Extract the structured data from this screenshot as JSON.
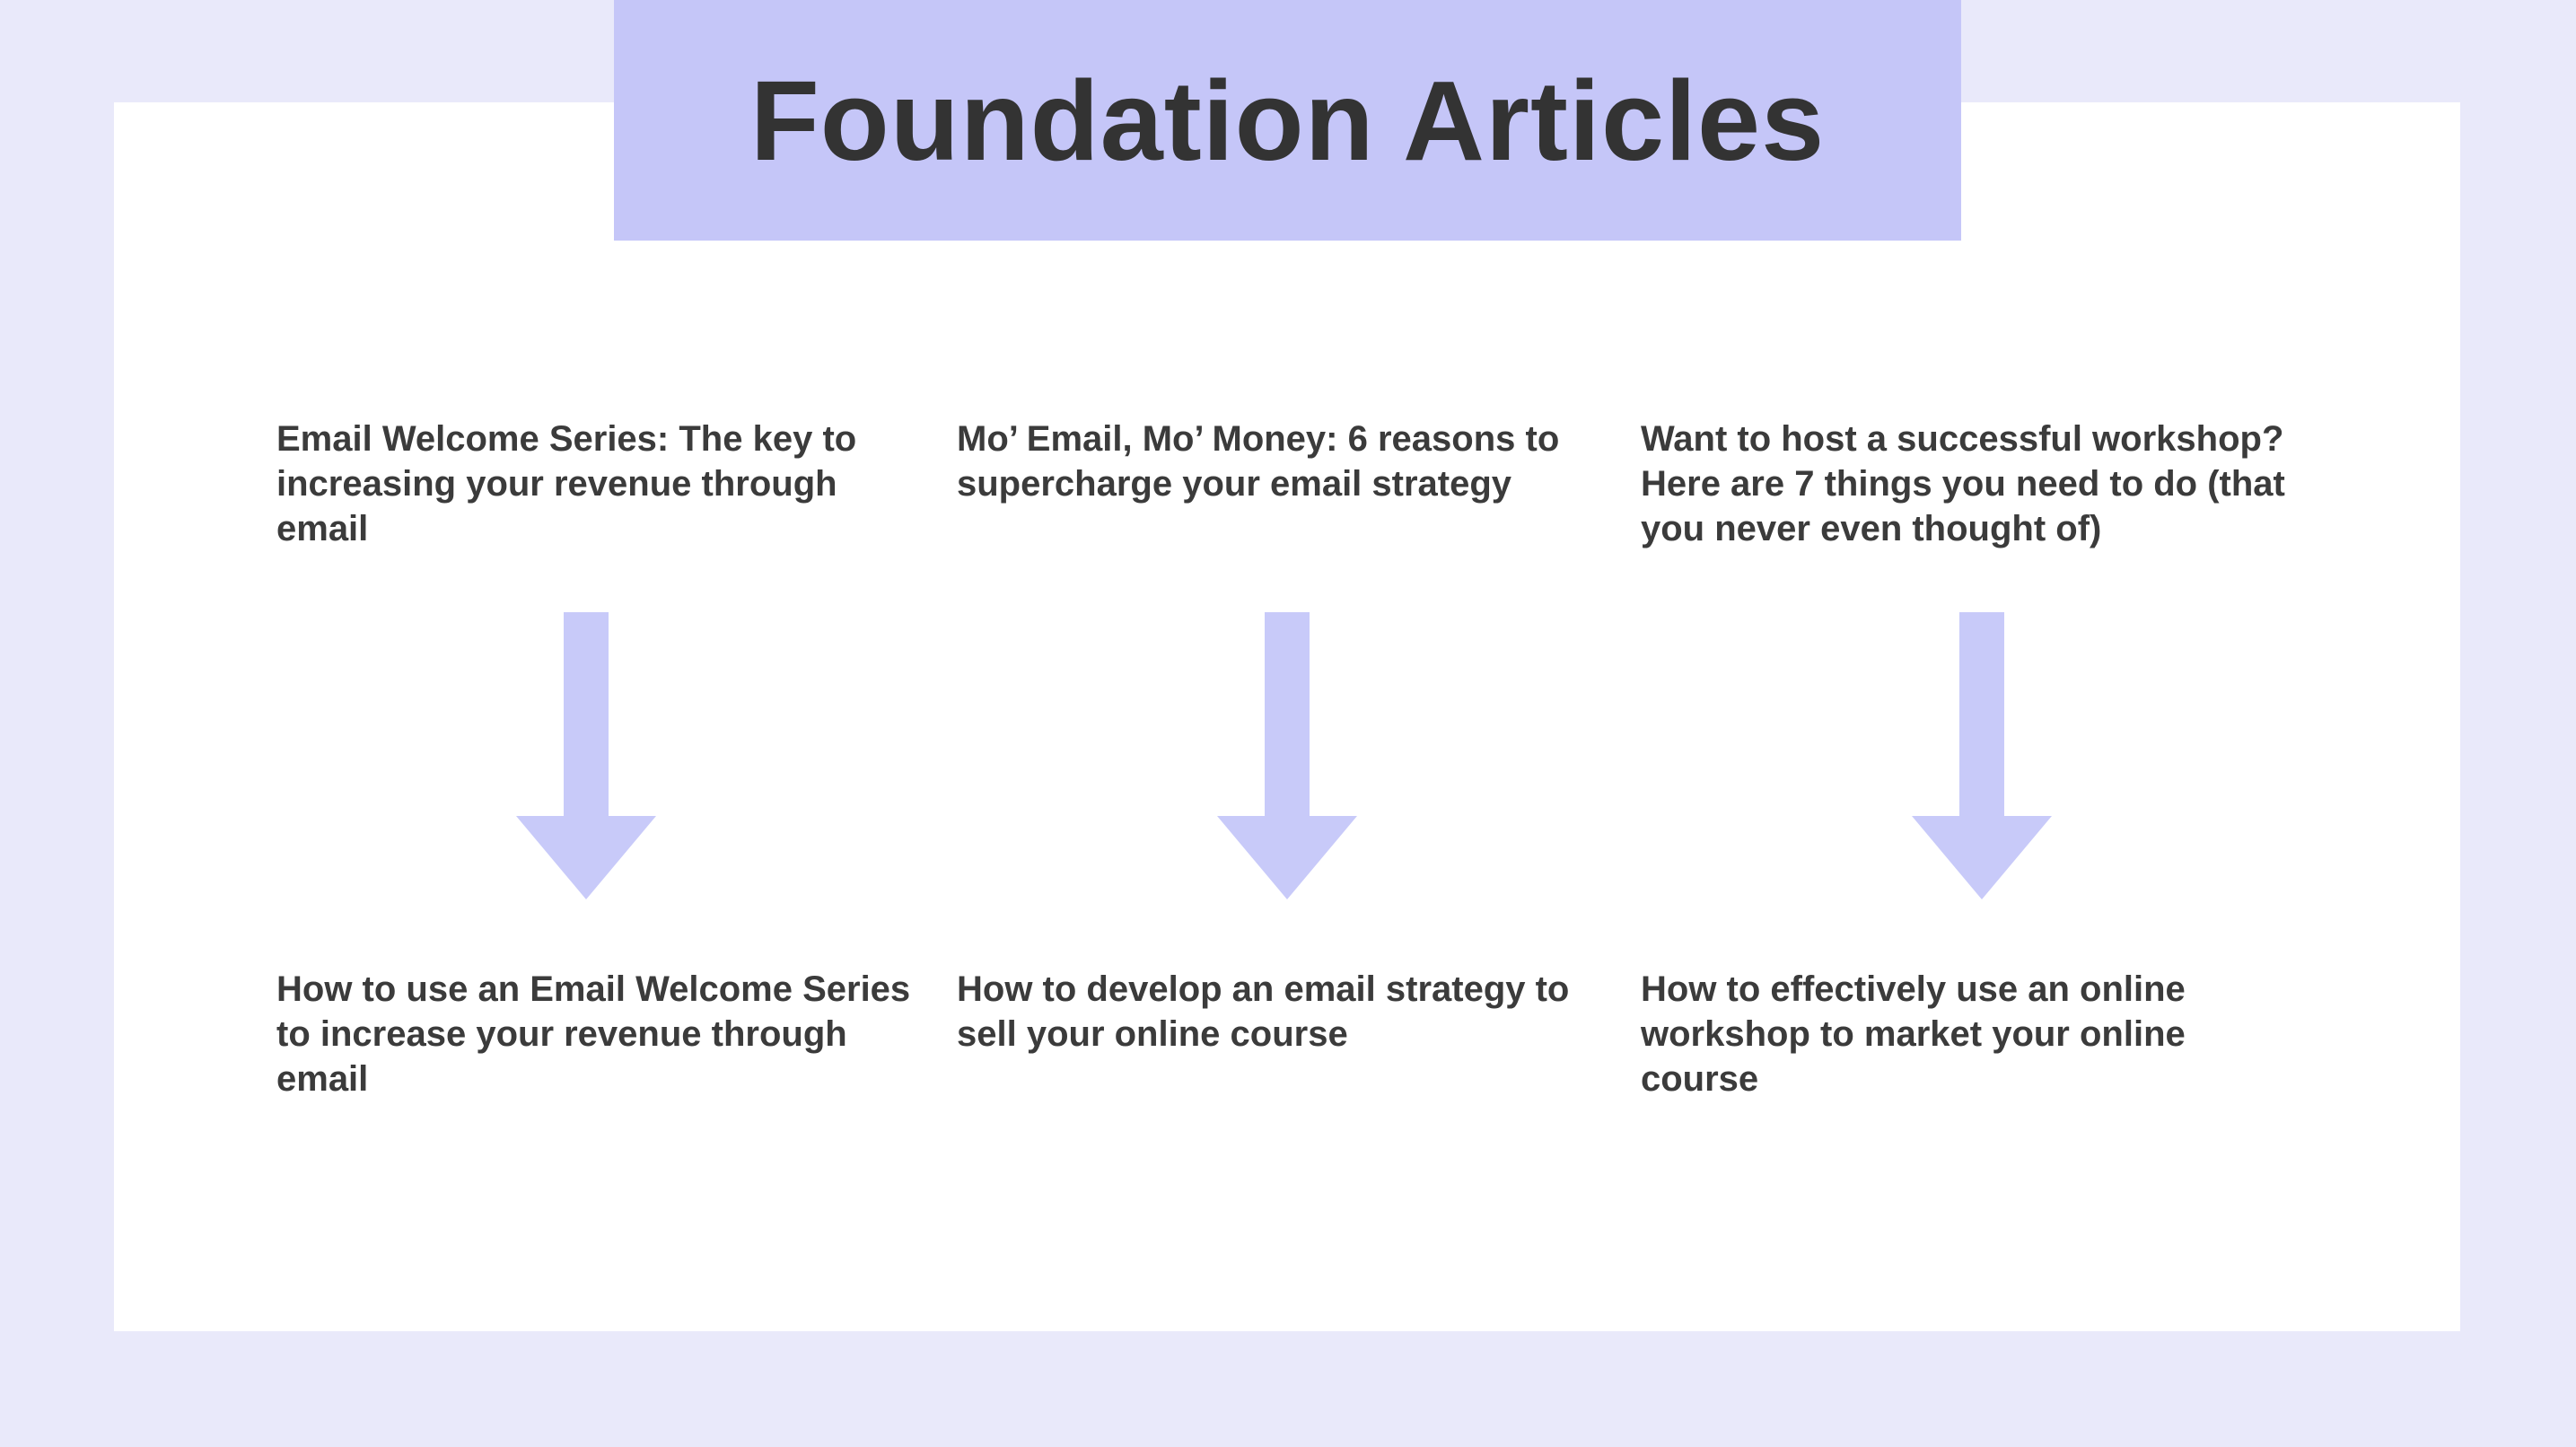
{
  "header": {
    "title": "Foundation Articles"
  },
  "columns": [
    {
      "top": "Email Welcome Series: The key to increasing your revenue through email",
      "top_lines": [
        "Email Welcome Series: The key to",
        "increasing your revenue through",
        "email"
      ],
      "bottom": "How to use an Email Welcome Series to increase your revenue through email",
      "bottom_lines": [
        "How to use an Email Welcome Series",
        "to increase your revenue through",
        "email"
      ]
    },
    {
      "top": "Mo’ Email, Mo’ Money: 6 reasons to supercharge your email strategy",
      "top_lines": [
        "Mo’ Email, Mo’ Money: 6 reasons to",
        "supercharge your email strategy"
      ],
      "bottom": "How to develop an email strategy to sell your online course",
      "bottom_lines": [
        "How to develop an email strategy to",
        "sell your online course"
      ]
    },
    {
      "top": "Want to host a successful workshop? Here are 7 things you need to do (that you never even thought of)",
      "top_lines": [
        "Want to host a successful workshop?",
        "Here are 7 things you need to do (that",
        "you never even thought of)"
      ],
      "bottom": "How to effectively use an online workshop to market your online course",
      "bottom_lines": [
        "How to effectively use an online",
        "workshop to market your online",
        "course"
      ]
    }
  ],
  "icons": {
    "column_arrow": "down-arrow"
  },
  "colors": {
    "page_bg": "#e9e9fa",
    "card_bg": "#ffffff",
    "banner_bg": "#c5c6f8",
    "arrow_color": "#c8caf9",
    "text_color": "#3b3b3b",
    "title_color": "#333333"
  }
}
